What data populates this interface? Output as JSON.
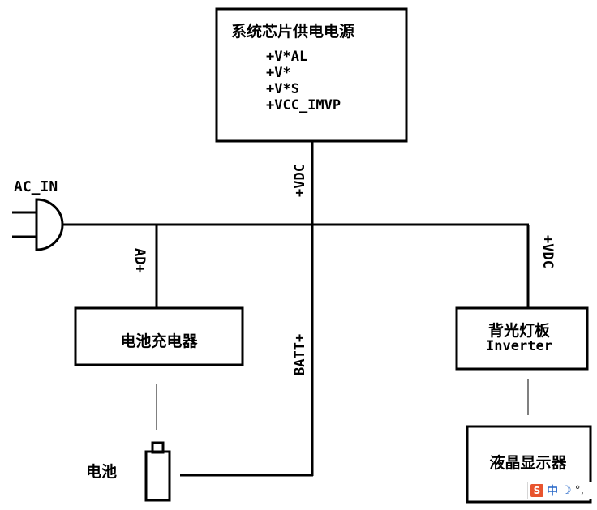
{
  "power_block": {
    "title": "系统芯片供电电源",
    "lines": [
      "+V*AL",
      "+V*",
      "+V*S",
      "+VCC_IMVP"
    ]
  },
  "labels": {
    "vdc_top": "+VDC",
    "ac_in": "AC_IN",
    "ad_plus": "AD+",
    "vdc_right": "+VDC",
    "batt_plus": "BATT+",
    "battery": "电池"
  },
  "charger_block": {
    "title": "电池充电器"
  },
  "backlight_block": {
    "title": "背光灯板",
    "subtitle": "Inverter"
  },
  "lcd_block": {
    "title": "液晶显示器"
  },
  "ime_bar": {
    "brand": "S",
    "mode": "中",
    "moon": "☽",
    "punct": "°,",
    "tail": ""
  },
  "colors": {
    "line": "#000000",
    "ime_brand": "#e8542e",
    "ime_text": "#2767c8"
  }
}
